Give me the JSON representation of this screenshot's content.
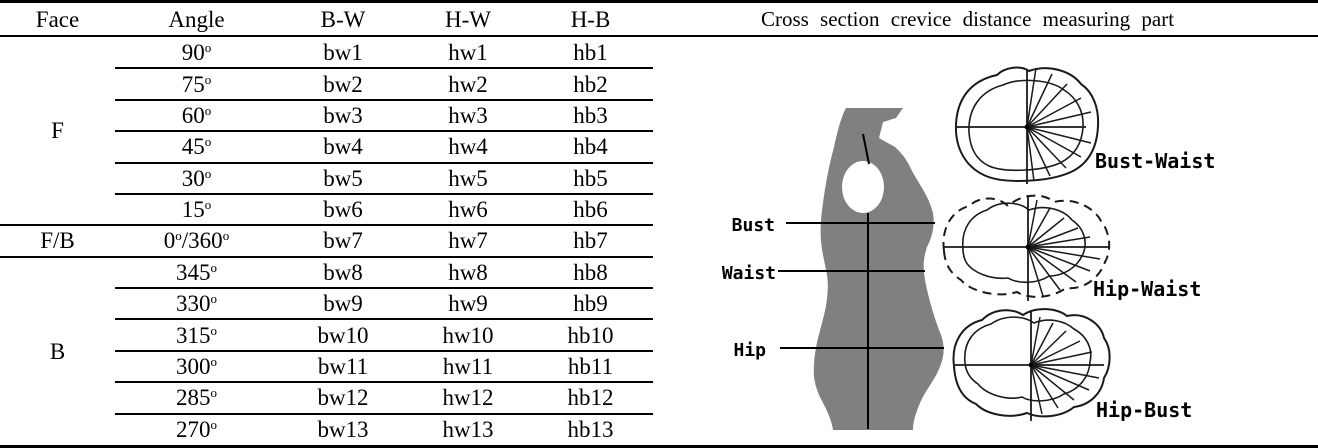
{
  "page": {
    "background": "#ffffff",
    "line_color": "#000000",
    "body_silhouette_gray": "#808080"
  },
  "table": {
    "headers": [
      {
        "label": "Face"
      },
      {
        "label": "Angle"
      },
      {
        "label": "B-W"
      },
      {
        "label": "H-W"
      },
      {
        "label": "H-B"
      }
    ],
    "rows": [
      {
        "face": "F",
        "rowspan": 6,
        "angle": [
          [
            "90",
            "o"
          ]
        ],
        "bw": "bw1",
        "hw": "hw1",
        "hb": "hb1"
      },
      {
        "angle": [
          [
            "75",
            "o"
          ]
        ],
        "bw": "bw2",
        "hw": "hw2",
        "hb": "hb2"
      },
      {
        "angle": [
          [
            "60",
            "o"
          ]
        ],
        "bw": "bw3",
        "hw": "hw3",
        "hb": "hb3"
      },
      {
        "angle": [
          [
            "45",
            "o"
          ]
        ],
        "bw": "bw4",
        "hw": "hw4",
        "hb": "hb4"
      },
      {
        "angle": [
          [
            "30",
            "o"
          ]
        ],
        "bw": "bw5",
        "hw": "hw5",
        "hb": "hb5"
      },
      {
        "angle": [
          [
            "15",
            "o"
          ]
        ],
        "bw": "bw6",
        "hw": "hw6",
        "hb": "hb6"
      },
      {
        "face": "F/B",
        "rowspan": 1,
        "angle": [
          [
            "0",
            "o"
          ],
          [
            "/360",
            "o"
          ]
        ],
        "bw": "bw7",
        "hw": "hw7",
        "hb": "hb7"
      },
      {
        "face": "B",
        "rowspan": 6,
        "angle": [
          [
            "345",
            "o"
          ]
        ],
        "bw": "bw8",
        "hw": "hw8",
        "hb": "hb8"
      },
      {
        "angle": [
          [
            "330",
            "o"
          ]
        ],
        "bw": "bw9",
        "hw": "hw9",
        "hb": "hb9"
      },
      {
        "angle": [
          [
            "315",
            "o"
          ]
        ],
        "bw": "bw10",
        "hw": "hw10",
        "hb": "hb10"
      },
      {
        "angle": [
          [
            "300",
            "o"
          ]
        ],
        "bw": "bw11",
        "hw": "hw11",
        "hb": "hb11"
      },
      {
        "angle": [
          [
            "285",
            "o"
          ]
        ],
        "bw": "bw12",
        "hw": "hw12",
        "hb": "hb12"
      },
      {
        "angle": [
          [
            "270",
            "o"
          ]
        ],
        "bw": "bw13",
        "hw": "hw13",
        "hb": "hb13"
      }
    ]
  },
  "figure": {
    "title": "Cross section crevice distance measuring part",
    "body_labels": {
      "bust": "Bust",
      "waist": "Waist",
      "hip": "Hip"
    },
    "section_labels": {
      "bust_waist": "Bust-Waist",
      "hip_waist": "Hip-Waist",
      "hip_bust": "Hip-Bust"
    }
  }
}
